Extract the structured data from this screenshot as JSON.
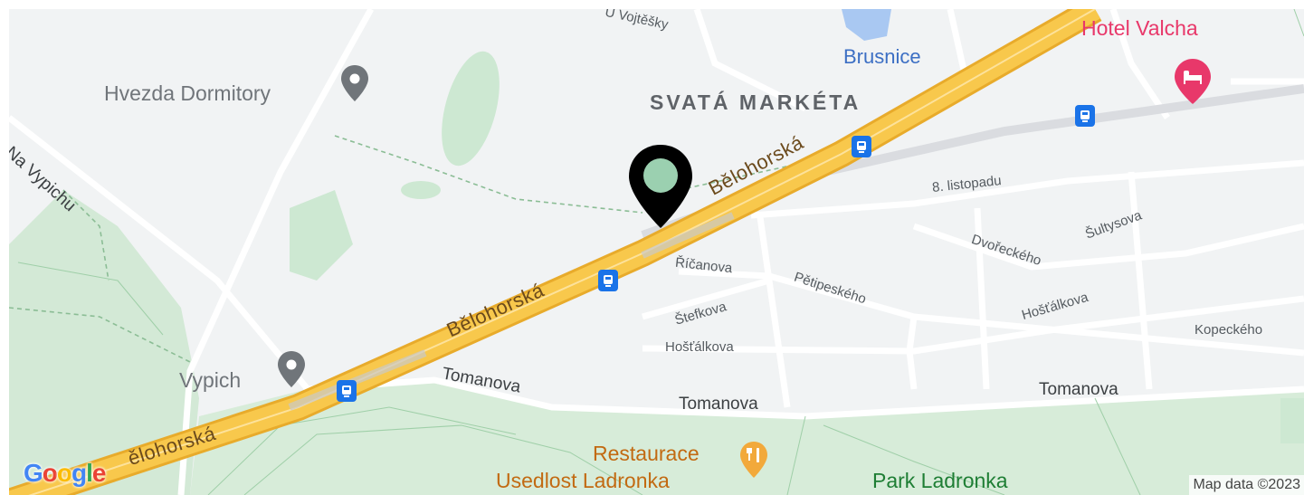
{
  "labels": {
    "district": "SVATÁ MARKÉTA",
    "water": "Brusnice",
    "hotel": "Hotel Valcha",
    "poi_hvezda": "Hvezda Dormitory",
    "poi_vypich": "Vypich",
    "restaurant_line1": "Restaurace",
    "restaurant_line2": "Usedlost Ladronka",
    "park": "Park Ladronka",
    "top_street": "U Vojtěšky",
    "na_vypichu": "Na Vypichu",
    "belohorska_1": "Bělohorská",
    "belohorska_2": "Bělohorská",
    "belohorska_3": "ělohorská",
    "listopadu": "8. listopadu",
    "sultysova": "Šultysova",
    "dvoreckeho": "Dvořeckého",
    "ricanova": "Říčanova",
    "petipeskeho": "Pětipeského",
    "stefkova": "Štefkova",
    "hostalkova_1": "Hošťálkova",
    "hostalkova_2": "Hošťálkova",
    "kopeckeho": "Kopeckého",
    "tomanova_1": "Tomanova",
    "tomanova_2": "Tomanova",
    "tomanova_3": "Tomanova"
  },
  "google_logo": [
    "G",
    "o",
    "o",
    "g",
    "l",
    "e"
  ],
  "copyright": "Map data ©2023",
  "colors": {
    "background": "#f1f3f4",
    "main_road": "#f8c84c",
    "main_road_edge": "#e8ab2b",
    "park_green": "#cfe9d4",
    "park_dark": "#a8d5b3",
    "water": "#a9c8f2",
    "marker": "#000000",
    "marker_dot": "#9bd0b0",
    "transit": "#1a73e8",
    "hotel": "#e8386a",
    "restaurant": "#f2a93b"
  },
  "icons": {
    "marker": "map-pin-icon",
    "transit": "tram-stop-icon",
    "poi": "place-pin-icon",
    "hotel": "hotel-bed-icon",
    "restaurant": "fork-knife-icon"
  }
}
